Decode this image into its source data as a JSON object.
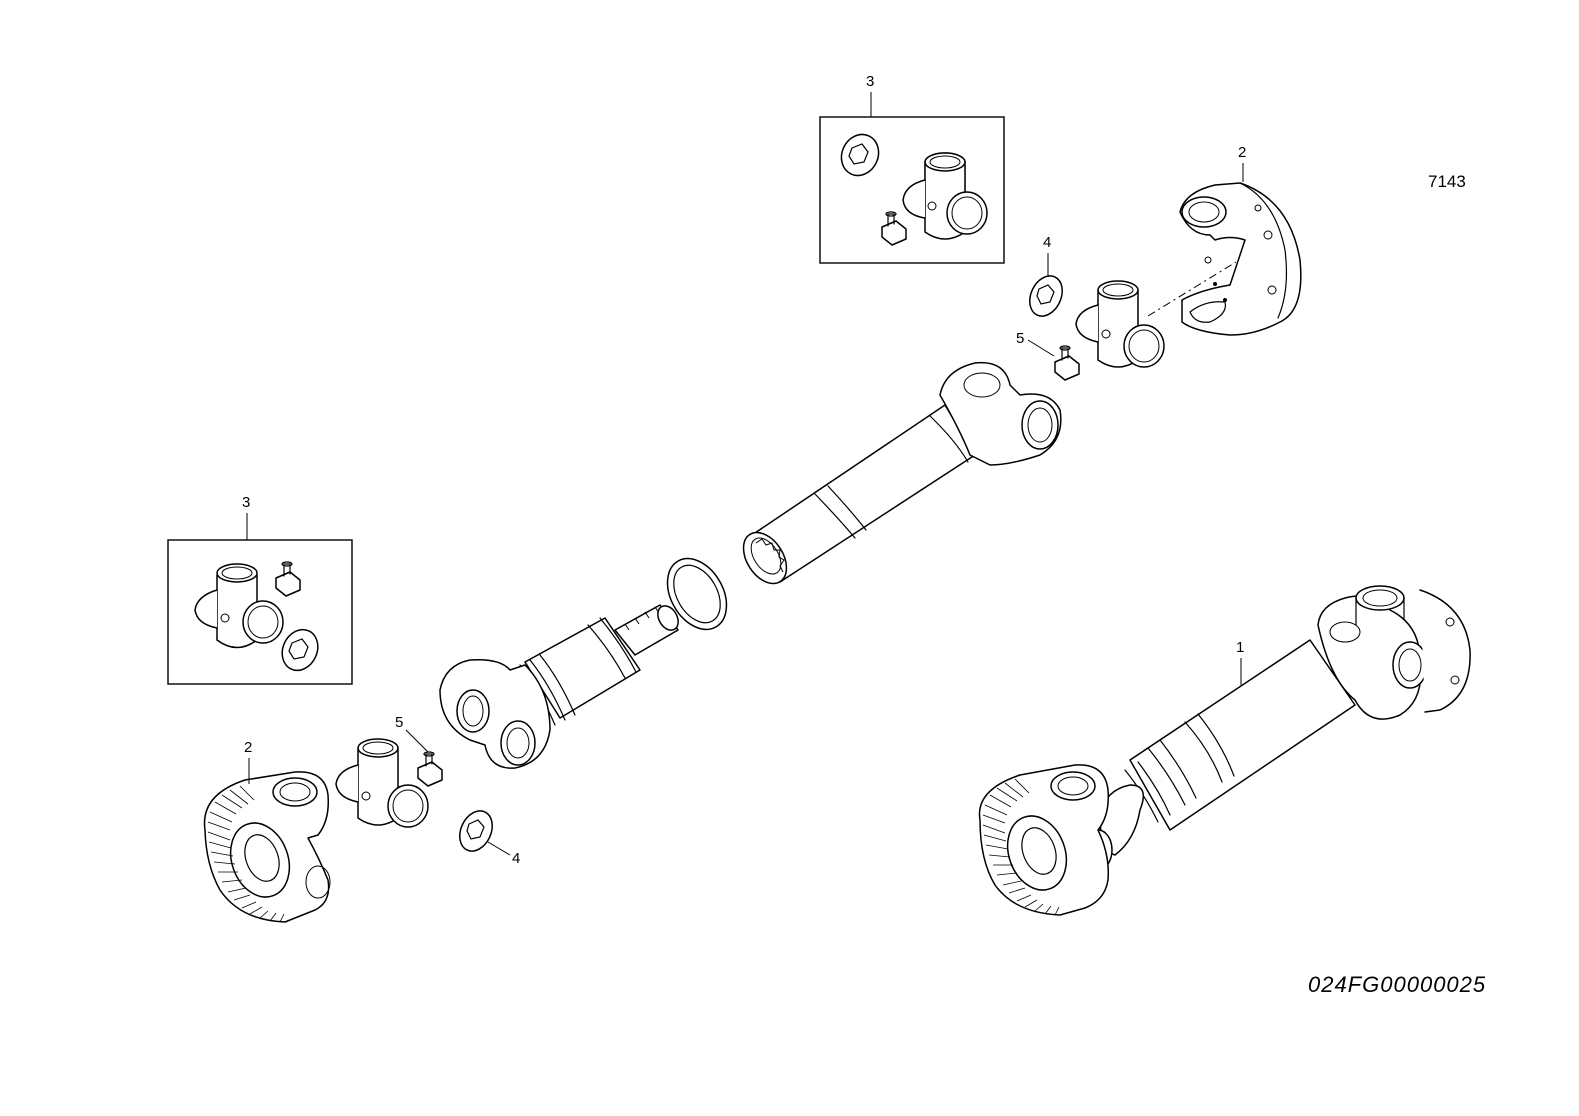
{
  "drawing": {
    "reference_number": "7143",
    "document_code": "024FG00000025"
  },
  "callouts": {
    "kit_top": "3",
    "kit_left": "3",
    "yoke_top_right": "2",
    "yoke_bottom_left": "2",
    "ring_top": "4",
    "ring_bottom": "4",
    "fitting_top": "5",
    "fitting_bottom": "5",
    "assembly": "1"
  }
}
